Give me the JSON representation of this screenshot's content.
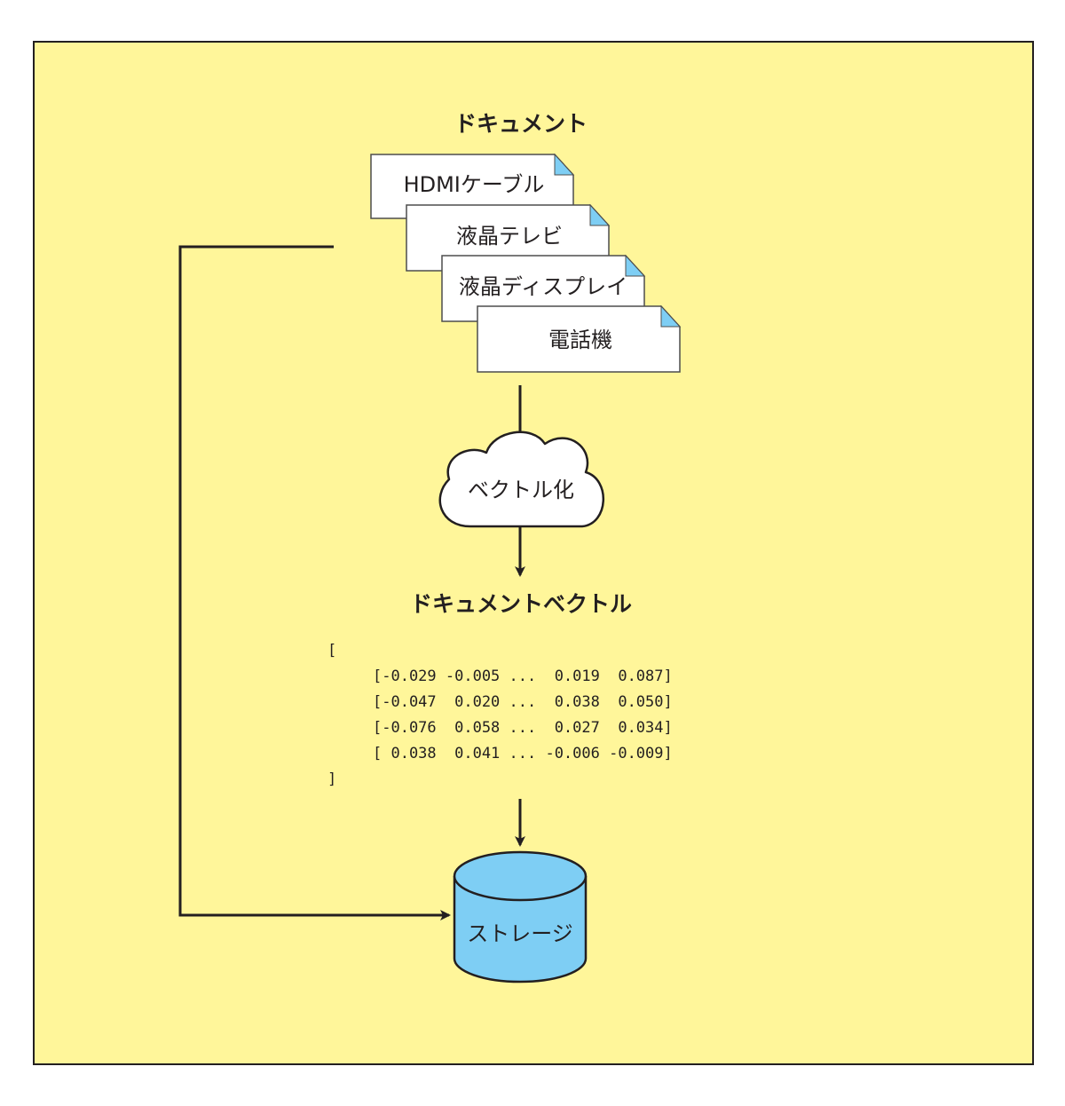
{
  "colors": {
    "background": "#fff69a",
    "border": "#231f20",
    "doc_fill": "#ffffff",
    "doc_corner": "#7ecef4",
    "storage_fill": "#7ecef4",
    "cloud_fill": "#ffffff",
    "stroke": "#231f20"
  },
  "documents": {
    "title": "ドキュメント",
    "items": [
      {
        "label": "HDMIケーブル"
      },
      {
        "label": "液晶テレビ"
      },
      {
        "label": "液晶ディスプレイ"
      },
      {
        "label": "電話機"
      }
    ]
  },
  "process": {
    "label": "ベクトル化",
    "icon": "cloud-icon"
  },
  "vectors": {
    "title": "ドキュメントベクトル",
    "open_bracket": "[",
    "close_bracket": "]",
    "rows": [
      "[-0.029 -0.005 ...  0.019  0.087]",
      "[-0.047  0.020 ...  0.038  0.050]",
      "[-0.076  0.058 ...  0.027  0.034]",
      "[ 0.038  0.041 ... -0.006 -0.009]"
    ]
  },
  "storage": {
    "label": "ストレージ",
    "icon": "database-cylinder-icon"
  }
}
